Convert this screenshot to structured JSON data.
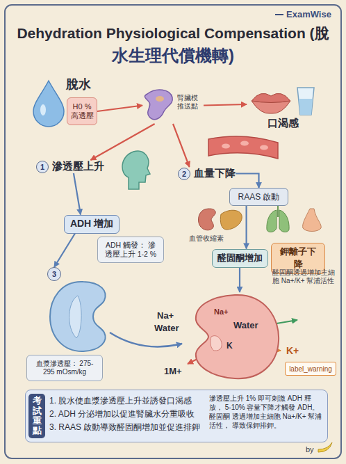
{
  "diagram": {
    "title": "Dehydration Physiological Compensation (脫水生理代償機轉)",
    "nodes": [
      {
        "text": [
          "脫水",
          "H0 % 高透壓"
        ]
      },
      {
        "text": [
          "腎臟模 推送點"
        ]
      },
      {
        "text": [
          "口渴感"
        ]
      },
      {
        "text": [
          "1",
          "滲透壓上升"
        ]
      },
      {
        "text": [
          "2",
          "血量下降"
        ]
      },
      {
        "text": [
          "ADH 增加"
        ]
      },
      {
        "text": [
          "RAAS 啟動"
        ]
      },
      {
        "text": [
          "ADH 觸發： 滲透壓上升 1-2 %"
        ]
      },
      {
        "text": [
          "醛固酮增加"
        ]
      },
      {
        "text": [
          "鉀離子下降"
        ]
      },
      {
        "text": [
          "3"
        ]
      },
      {
        "text": [
          "Na+",
          "Water",
          "K"
        ]
      },
      {
        "text": [
          "血漿滲透壓： 275-295 mOsm/kg"
        ]
      },
      {
        "text": [
          "label_warning"
        ]
      },
      {
        "text": [
          "1. 脫水使血漿滲透壓上升並誘發口渴感",
          "2. ADH 分泌增加以促進腎臟水分重吸收",
          "3. RAAS 啟動導致醛固酮增加並促進排鉀",
          "滲透壓上升 1% 即可刺激 ADH 釋放， 5-10% 容量下降才觸發 ADH。醛固酮 透過增加主細胞 Na+/K+ 幫浦活性， 導致保鉀排鉀。"
        ]
      },
      {
        "text": [
          "考試重點"
        ],
        "in": 14
      }
    ],
    "edges": [
      {
        "from": 0,
        "to": 1,
        "arrow": "to"
      },
      {
        "from": 1,
        "to": 2,
        "arrow": "to"
      },
      {
        "from": 1,
        "to": 3,
        "arrow": "to"
      },
      {
        "from": 1,
        "to": 4,
        "arrow": "to"
      },
      {
        "from": 3,
        "to": 5,
        "arrow": "to"
      },
      {
        "from": 4,
        "to": 6,
        "arrow": "to"
      },
      {
        "from": 5,
        "to": 10,
        "arrow": "to"
      },
      {
        "from": 6,
        "to": 8,
        "arrow": "to"
      },
      {
        "from": 8,
        "to": 11,
        "arrow": "to"
      }
    ],
    "labels": [
      "ExamWise",
      "血管收縮素",
      "醛固酮透過增加主細胞 Na+/K+ 幫浦活性",
      "Na+",
      "Water",
      "K+",
      "1M+",
      "by"
    ]
  }
}
